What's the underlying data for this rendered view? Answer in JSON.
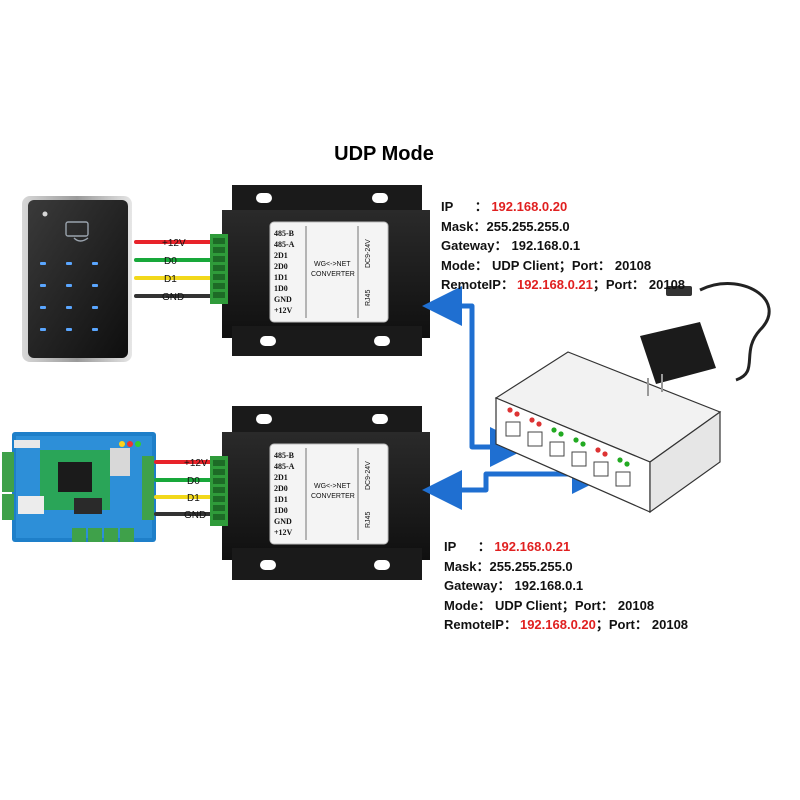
{
  "title": "UDP Mode",
  "devices": {
    "top": {
      "wires": [
        "+12V",
        "D0",
        "D1",
        "GND"
      ],
      "pins": [
        "485-B",
        "485-A",
        "2D1",
        "2D0",
        "1D1",
        "1D0",
        "GND",
        "+12V"
      ],
      "label_line1": "WG<->NET",
      "label_line2": "CONVERTER",
      "power_label": "DC9-24V",
      "port_label": "RJ45"
    },
    "bottom": {
      "wires": [
        "+12V",
        "D0",
        "D1",
        "GND"
      ],
      "pins": [
        "485-B",
        "485-A",
        "2D1",
        "2D0",
        "1D1",
        "1D0",
        "GND",
        "+12V"
      ],
      "label_line1": "WG<->NET",
      "label_line2": "CONVERTER",
      "power_label": "DC9-24V",
      "port_label": "RJ45"
    }
  },
  "info_top": {
    "ip_key": "IP",
    "ip_sep": "：",
    "ip_value": "192.168.0.20",
    "mask_key": "Mask：",
    "mask_value": "255.255.255.0",
    "gateway_key": "Gateway：",
    "gateway_value": "192.168.0.1",
    "mode_key": "Mode：",
    "mode_value": "UDP Client；",
    "port_key": "Port：",
    "port_value": "20108",
    "remote_key": "RemoteIP：",
    "remote_value": "192.168.0.21",
    "remote_port_key": "；Port：",
    "remote_port_value": "20108"
  },
  "info_bottom": {
    "ip_key": "IP",
    "ip_sep": "：",
    "ip_value": "192.168.0.21",
    "mask_key": "Mask：",
    "mask_value": "255.255.255.0",
    "gateway_key": "Gateway：",
    "gateway_value": "192.168.0.1",
    "mode_key": "Mode：",
    "mode_value": "UDP Client；",
    "port_key": "Port：",
    "port_value": "20108",
    "remote_key": "RemoteIP：",
    "remote_value": "192.168.0.20",
    "remote_port_key": "；Port：",
    "remote_port_value": "20108"
  },
  "colors": {
    "wire_red": "#e8232a",
    "wire_green": "#18a83a",
    "wire_yellow": "#f2d81a",
    "wire_black": "#333333",
    "arrow_blue": "#1f6fd1",
    "ip_red": "#e02020",
    "terminal_green": "#2f9b3a"
  }
}
